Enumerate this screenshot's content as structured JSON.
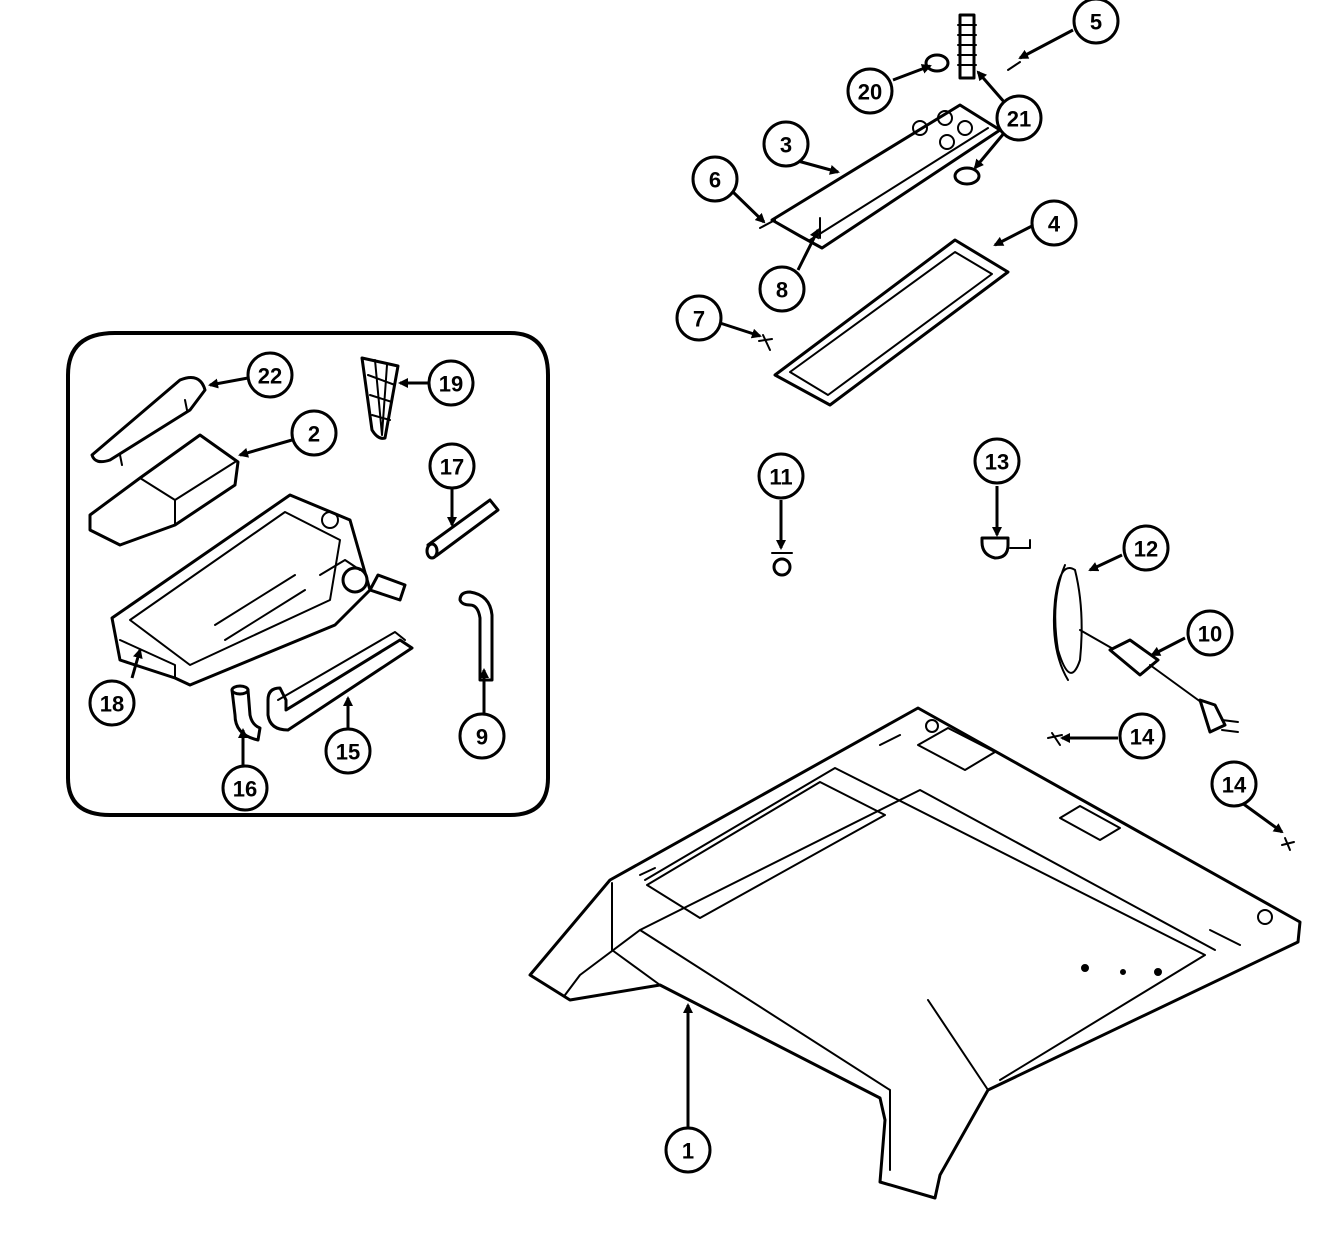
{
  "callouts": {
    "c1": "1",
    "c2": "2",
    "c3": "3",
    "c4": "4",
    "c5": "5",
    "c6": "6",
    "c7": "7",
    "c8": "8",
    "c9": "9",
    "c10": "10",
    "c11": "11",
    "c12": "12",
    "c13": "13",
    "c14a": "14",
    "c14b": "14",
    "c15": "15",
    "c16": "16",
    "c17": "17",
    "c18": "18",
    "c19": "19",
    "c20": "20",
    "c21": "21",
    "c22": "22"
  },
  "colors": {
    "ink": "#000000",
    "paper": "#ffffff"
  }
}
